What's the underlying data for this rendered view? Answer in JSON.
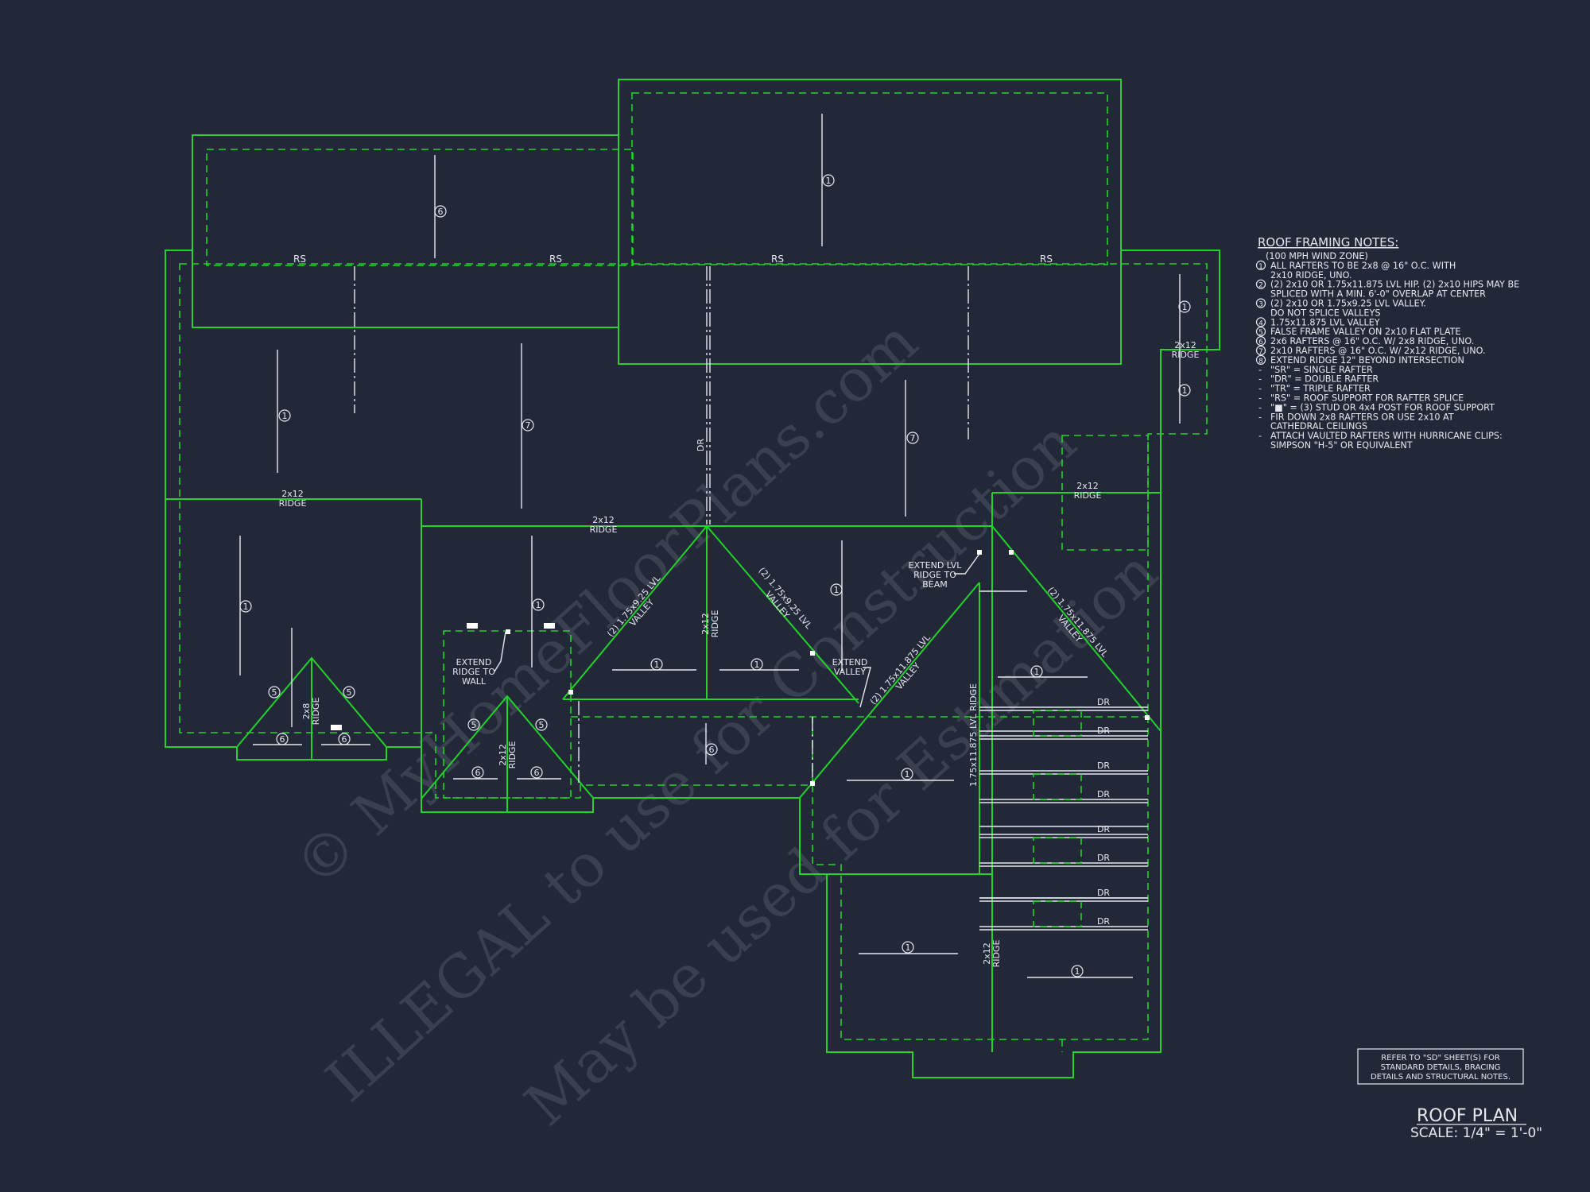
{
  "watermark": {
    "line1": "© MyHomeFloorPlans.com",
    "line2": "ILLEGAL to use for Construction",
    "line3": "May be used for Estimation"
  },
  "notes": {
    "title": "ROOF FRAMING NOTES:",
    "items": [
      {
        "num": "",
        "text": "(100 MPH WIND ZONE)"
      },
      {
        "num": "1",
        "text": "ALL RAFTERS TO BE 2x8 @ 16\" O.C. WITH"
      },
      {
        "num": "",
        "text": "2x10 RIDGE, UNO."
      },
      {
        "num": "2",
        "text": "(2) 2x10 OR 1.75x11.875 LVL HIP. (2) 2x10 HIPS MAY BE"
      },
      {
        "num": "",
        "text": "SPLICED WITH A MIN. 6'-0\" OVERLAP AT CENTER"
      },
      {
        "num": "3",
        "text": "(2) 2x10 OR 1.75x9.25 LVL VALLEY."
      },
      {
        "num": "",
        "text": "DO NOT SPLICE VALLEYS"
      },
      {
        "num": "4",
        "text": "1.75x11.875 LVL VALLEY"
      },
      {
        "num": "5",
        "text": "FALSE FRAME VALLEY ON 2x10 FLAT PLATE"
      },
      {
        "num": "6",
        "text": "2x6 RAFTERS @ 16\" O.C. W/ 2x8 RIDGE, UNO."
      },
      {
        "num": "7",
        "text": "2x10 RAFTERS @ 16\" O.C. W/ 2x12 RIDGE, UNO."
      },
      {
        "num": "8",
        "text": "EXTEND RIDGE 12\" BEYOND INTERSECTION"
      },
      {
        "num": "-",
        "text": "\"SR\" = SINGLE RAFTER"
      },
      {
        "num": "-",
        "text": "\"DR\" = DOUBLE RAFTER"
      },
      {
        "num": "-",
        "text": "\"TR\" = TRIPLE RAFTER"
      },
      {
        "num": "-",
        "text": "\"RS\" = ROOF SUPPORT FOR RAFTER SPLICE"
      },
      {
        "num": "-",
        "text": "\"■\" = (3) STUD OR 4x4 POST FOR ROOF SUPPORT"
      },
      {
        "num": "-",
        "text": "FIR DOWN 2x8 RAFTERS OR USE 2x10 AT"
      },
      {
        "num": "",
        "text": "CATHEDRAL CEILINGS"
      },
      {
        "num": "-",
        "text": "ATTACH VAULTED RAFTERS WITH HURRICANE CLIPS:"
      },
      {
        "num": "",
        "text": "SIMPSON \"H-5\" OR EQUIVALENT"
      }
    ]
  },
  "reference_note": {
    "line1": "REFER TO \"SD\" SHEET(S) FOR",
    "line2": "STANDARD DETAILS, BRACING",
    "line3": "DETAILS AND STRUCTURAL NOTES."
  },
  "title_block": {
    "title": "ROOF PLAN",
    "scale": "SCALE: 1/4\" = 1'-0\""
  },
  "labels": {
    "rs": "RS",
    "dr": "DR",
    "ridge": "RIDGE",
    "r_2x12": "2x12",
    "r_2x8": "2x8",
    "lvl_ridge": "1.75x11.875 LVL RIDGE",
    "valley_a": "(2) 1.75x9.25 LVL",
    "valley_b": "(2) 1.75x9.25 LVL",
    "valley_c": "(2) 1.75x11.875 LVL",
    "valley_d": "(2) 1.75x11.875 LVL",
    "valley": "VALLEY",
    "extend_ridge_wall": [
      "EXTEND",
      "RIDGE TO",
      "WALL"
    ],
    "extend_valley": [
      "EXTEND",
      "VALLEY"
    ],
    "extend_lvl_beam": [
      "EXTEND LVL",
      "RIDGE TO",
      "BEAM"
    ]
  },
  "tags": {
    "t1": "1",
    "t5": "5",
    "t6": "6",
    "t7": "7"
  },
  "colors": {
    "background": "#232838",
    "linework": "#22d32a",
    "annotation": "#e6e8ee",
    "watermark": "#3a4050"
  }
}
